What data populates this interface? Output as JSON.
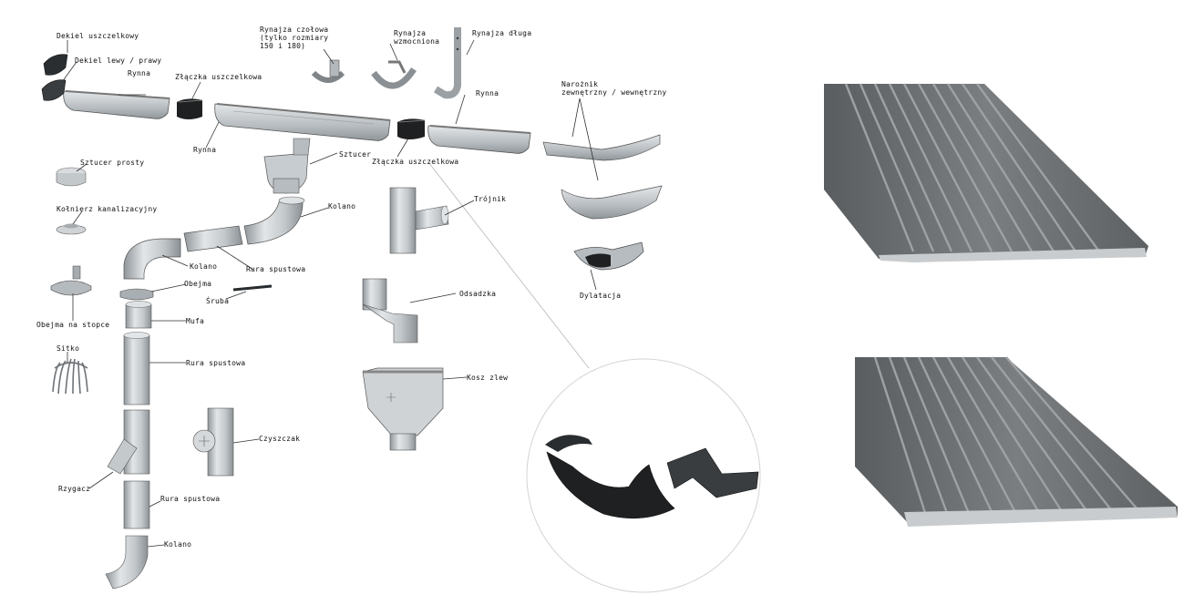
{
  "labels": {
    "dekiel_uszczelkowy": "Dekiel uszczelkowy",
    "dekiel_lewy_prawy": "Dekiel lewy / prawy",
    "rynna_1": "Rynna",
    "zlaczka_1": "Złączka uszczelkowa",
    "rynajza_czolowa": "Rynajza czołowa\n(tylko rozmiary\n150 i 180)",
    "rynajza_wzmocniona": "Rynajza\nwzmocniona",
    "rynajza_dluga": "Rynajza długa",
    "rynna_2": "Rynna",
    "naroznik": "Narożnik\nzewnętrzny / wewnętrzny",
    "rynna_3": "Rynna",
    "sztucer": "Sztucer",
    "zlaczka_2": "Złączka uszczelkowa",
    "sztucer_prosty": "Sztucer prosty",
    "kolnierz": "Kołnierz kanalizacyjny",
    "kolano_1": "Kolano",
    "trojnik": "Trójnik",
    "kolano_2": "Kolano",
    "rura_spustowa_1": "Rura spustowa",
    "obejma": "Obejma",
    "sruba": "Śruba",
    "obejma_na_stopce": "Obejma na stopce",
    "mufa": "Mufa",
    "odsadzka": "Odsadzka",
    "dylatacja": "Dylatacja",
    "sitko": "Sitko",
    "rura_spustowa_2": "Rura spustowa",
    "kosz_zlewowy": "Kosz zlew",
    "czyszczak": "Czyszczak",
    "rzygacz": "Rzygacz",
    "rura_spustowa_3": "Rura spustowa",
    "kolano_3": "Kolano"
  },
  "colors": {
    "part_light": "#cfd3d6",
    "part_mid": "#aab0b4",
    "part_dark": "#5c6266",
    "seal_black": "#1e2022",
    "profile_dark": "#6b6e70",
    "profile_light": "#bfc3c5",
    "leader": "#333333"
  }
}
